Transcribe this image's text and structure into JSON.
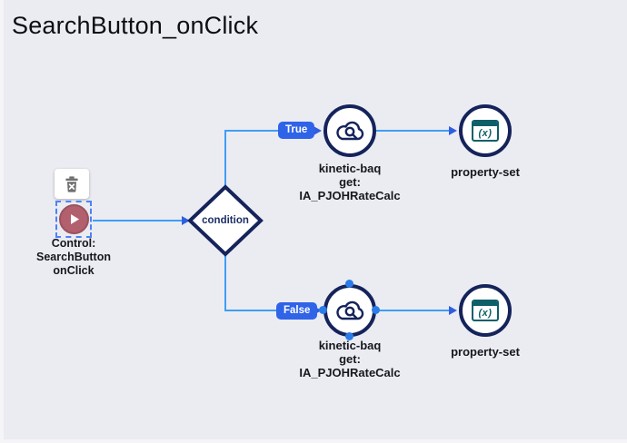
{
  "title": "SearchButton_onClick",
  "colors": {
    "background": "#ebecf2",
    "connector_line": "#3f9ef3",
    "arrowhead": "#2f5fe0",
    "badge_blue": "#2f63e8",
    "node_border_navy": "#15235b",
    "property_teal": "#0e5f68",
    "play_rose": "#b2606e",
    "trash_gray": "#6f6f6f",
    "connection_dot_blue": "#2b7ce9",
    "selection_dashed_blue": "#4d82f7"
  },
  "control": {
    "label_lines": [
      "Control:",
      "SearchButton",
      "onClick"
    ],
    "trash_icon": "trash-delete-icon",
    "play_icon": "play-icon"
  },
  "condition": {
    "label": "condition"
  },
  "branches": [
    {
      "label": "True",
      "action": {
        "icon": "cloud-search-icon",
        "label_lines": [
          "kinetic-baq",
          "get:",
          "IA_PJOHRateCalc"
        ]
      },
      "output": {
        "icon": "property-set-icon",
        "glyph": "(x)",
        "label": "property-set"
      }
    },
    {
      "label": "False",
      "action": {
        "icon": "cloud-search-icon",
        "label_lines": [
          "kinetic-baq",
          "get:",
          "IA_PJOHRateCalc"
        ]
      },
      "output": {
        "icon": "property-set-icon",
        "glyph": "(x)",
        "label": "property-set"
      }
    }
  ]
}
